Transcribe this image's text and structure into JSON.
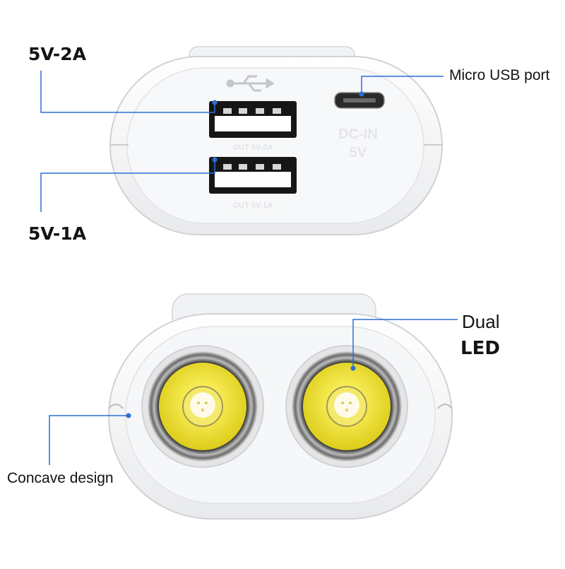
{
  "colors": {
    "callout_line": "#2a6fd6",
    "callout_dot": "#2a6fd6",
    "device_body": "#f3f4f6",
    "device_shadow": "#c9ccd1",
    "led_yellow": "#f2e23a",
    "port_inner": "#ffffff",
    "label_text": "#141414"
  },
  "top_view": {
    "label_usb_2a": "5V-2A",
    "label_usb_1a": "5V-1A",
    "label_micro_usb": "Micro USB port",
    "embossed_usb_2a": "OUT 5V-2A",
    "embossed_usb_1a": "OUT 5V-1A",
    "embossed_dc_in": "DC-IN",
    "embossed_dc_volt": "5V",
    "usb_symbol": "usb-icon"
  },
  "bottom_view": {
    "label_dual": "Dual",
    "label_led": "LED",
    "label_concave": "Concave design",
    "leds": [
      "led-left",
      "led-right"
    ]
  }
}
